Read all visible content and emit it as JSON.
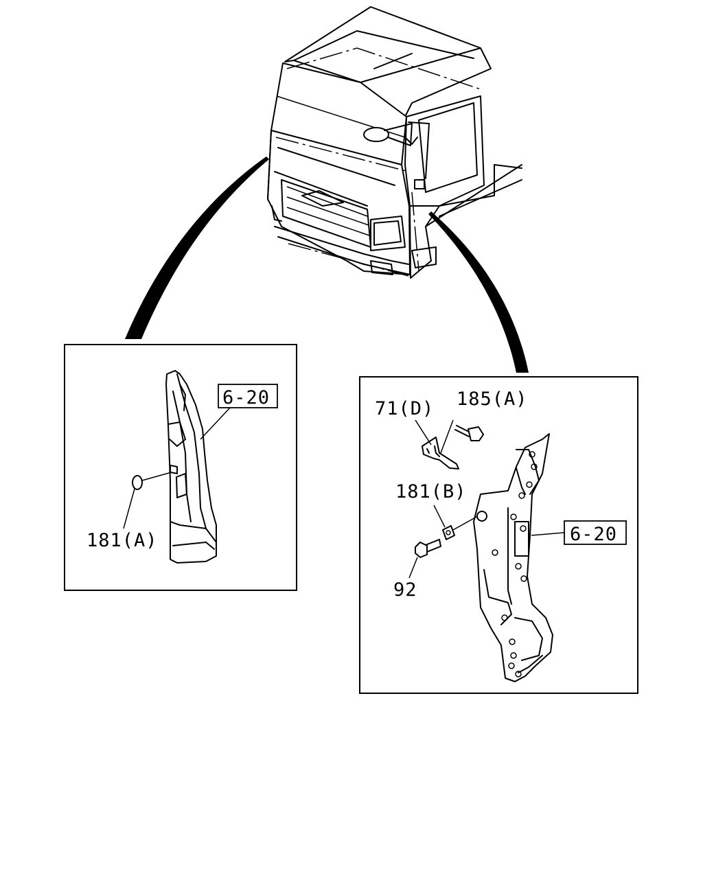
{
  "colors": {
    "ink": "#000000",
    "paper": "#ffffff"
  },
  "left_detail": {
    "ref_label": "6-20",
    "part_label": "181(A)"
  },
  "right_detail": {
    "ref_label": "6-20",
    "part_labels": {
      "bracket": "71(D)",
      "bolt_top": "185(A)",
      "plug": "181(B)",
      "bolt_bottom": "92"
    }
  }
}
